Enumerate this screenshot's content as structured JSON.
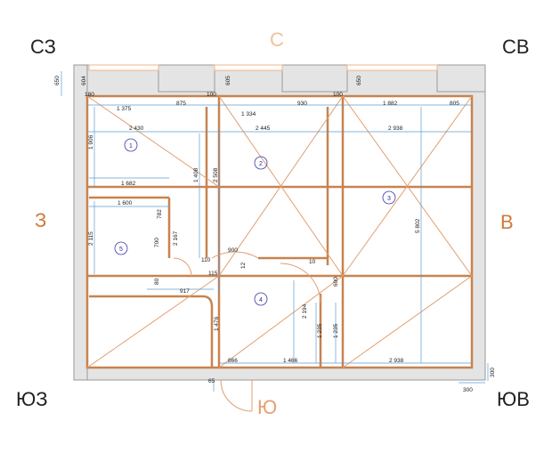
{
  "corners": {
    "nw": "СЗ",
    "ne": "СВ",
    "sw": "ЮЗ",
    "se": "ЮВ"
  },
  "compass": {
    "north": "С",
    "south": "Ю",
    "west": "З",
    "east": "В"
  },
  "colors": {
    "wall": "#a8a8a8",
    "orange": "#d28c5a",
    "blue": "#5b9bd5",
    "room_circle": "#3a3aa8",
    "text": "#222222"
  },
  "rooms": [
    "1",
    "2",
    "3",
    "4",
    "5"
  ],
  "dimensions": {
    "d650": "650",
    "d604": "604",
    "d605": "605",
    "d650b": "650",
    "d180": "180",
    "d100": "100",
    "d100b": "100",
    "d1375": "1 375",
    "d875": "875",
    "d1334": "1 334",
    "d930": "930",
    "d1882": "1 882",
    "d805": "805",
    "d2430": "2 430",
    "d2445": "2 445",
    "d2938": "2 938",
    "d1906": "1 906",
    "d1682": "1 682",
    "d1600": "1 600",
    "d782": "782",
    "d1408": "1 408",
    "d2508": "2 508",
    "d5802": "5 802",
    "d2115": "2 115",
    "d700": "700",
    "d2167": "2 167",
    "d900": "900",
    "d110": "110",
    "d115": "115",
    "d12": "12",
    "d10": "10",
    "d917": "917",
    "d80": "80",
    "d1476": "1 476",
    "d2194": "2 194",
    "d1235": "1 235",
    "d1235b": "1 235",
    "d600": "600",
    "d866": "866",
    "d1466": "1 466",
    "d2938b": "2 938",
    "d300": "300",
    "d300b": "300",
    "d65": "65"
  }
}
